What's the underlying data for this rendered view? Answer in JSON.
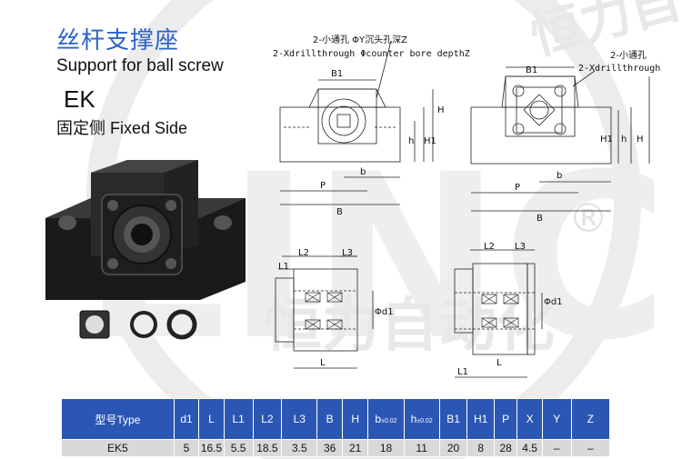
{
  "header": {
    "title_cn": "丝杆支撑座",
    "title_en": "Support for ball screw",
    "model": "EK",
    "side": "固定侧 Fixed Side"
  },
  "drawing_labels": {
    "left_note_cn": "2-小通孔 ΦY沉头孔深Z",
    "left_note_en": "2-Xdrillthrough Φcounter bore depthZ",
    "right_note_cn": "2-小通孔",
    "right_note_en": "2-Xdrillthrough",
    "b1": "B1",
    "h": "H",
    "h1": "H1",
    "h_small": "h",
    "b_small": "b",
    "p": "P",
    "b": "B",
    "l": "L",
    "l1": "L1",
    "l2": "L2",
    "l3": "L3",
    "d1": "Φd1"
  },
  "table": {
    "headers": [
      {
        "main": "型号Type",
        "sub": ""
      },
      {
        "main": "d1",
        "sub": ""
      },
      {
        "main": "L",
        "sub": ""
      },
      {
        "main": "L1",
        "sub": ""
      },
      {
        "main": "L2",
        "sub": ""
      },
      {
        "main": "L3",
        "sub": ""
      },
      {
        "main": "B",
        "sub": ""
      },
      {
        "main": "H",
        "sub": ""
      },
      {
        "main": "b",
        "sub": "±0.02"
      },
      {
        "main": "h",
        "sub": "±0.02"
      },
      {
        "main": "B1",
        "sub": ""
      },
      {
        "main": "H1",
        "sub": ""
      },
      {
        "main": "P",
        "sub": ""
      },
      {
        "main": "X",
        "sub": ""
      },
      {
        "main": "Y",
        "sub": ""
      },
      {
        "main": "Z",
        "sub": ""
      }
    ],
    "rows": [
      [
        "EK5",
        "5",
        "16.5",
        "5.5",
        "18.5",
        "3.5",
        "36",
        "21",
        "18",
        "11",
        "20",
        "8",
        "28",
        "4.5",
        "–",
        "–"
      ]
    ]
  },
  "watermark": {
    "brand_letters": "LINC",
    "brand_cn": "恒力自动化",
    "registered_mark": "®"
  },
  "colors": {
    "title_blue": "#2a63c9",
    "header_blue": "#2b56b4",
    "row_gray": "#d9d9d9",
    "watermark_gray": "#e6e6e6"
  }
}
